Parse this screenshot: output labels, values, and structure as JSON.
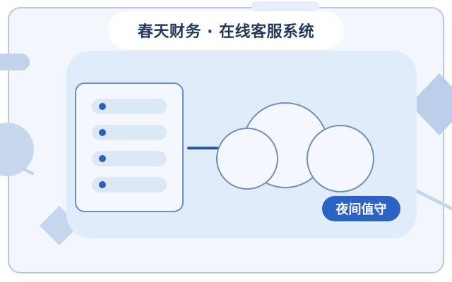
{
  "header": {
    "title": "春天财务 · 在线客服系统"
  },
  "badge": {
    "label": "夜间值守"
  },
  "service_list": {
    "item_count": 4
  },
  "colors": {
    "accent": "#2b63c4",
    "title_text": "#243a5c",
    "frame_border": "#b7c9e3",
    "panel_fill": "#e1ecfb",
    "outline": "#6e8fbf",
    "connector": "#2d56a0"
  },
  "icons": {
    "cloud": "cloud-icon",
    "list_bullet": "dot-icon"
  }
}
